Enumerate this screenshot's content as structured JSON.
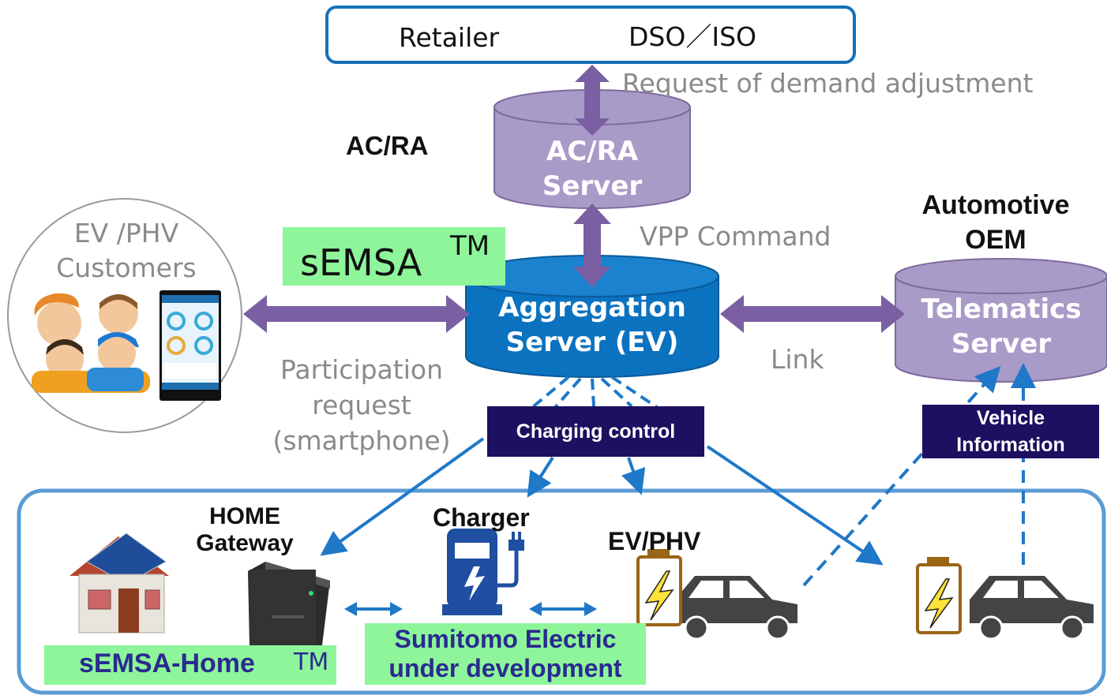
{
  "top_box": {
    "retailer": "Retailer",
    "dso_iso": "DSO／ISO"
  },
  "request_label": "Request of demand adjustment",
  "acra_label": "AC/RA",
  "acra_server": {
    "line1": "AC/RA",
    "line2": "Server"
  },
  "automotive_oem": {
    "line1": "Automotive",
    "line2": "OEM"
  },
  "ev_customers": {
    "line1": "EV /PHV",
    "line2": "Customers"
  },
  "semsa": {
    "name": "sEMSA",
    "tm": "TM"
  },
  "vpp_command": "VPP Command",
  "aggregation_server": {
    "line1": "Aggregation",
    "line2": "Server (EV)"
  },
  "telematics_server": {
    "line1": "Telematics",
    "line2": "Server"
  },
  "link_label": "Link",
  "participation": {
    "line1": "Participation",
    "line2": "request",
    "line3": "(smartphone)"
  },
  "charging_control": "Charging control",
  "vehicle_info": {
    "line1": "Vehicle",
    "line2": "Information"
  },
  "home_gateway": {
    "line1": "HOME",
    "line2": "Gateway"
  },
  "charger_label": "Charger",
  "evphv_label": "EV/PHV",
  "semsa_home": {
    "name": "sEMSA-Home",
    "tm": "TM"
  },
  "sumitomo": {
    "line1": "Sumitomo Electric",
    "line2": "under development"
  },
  "colors": {
    "purple_server": "#a99bc7",
    "purple_arrow": "#7b5fa3",
    "blue_server": "#0b72c0",
    "dark_box": "#1d1060",
    "green_box": "#8ef59a",
    "frame_blue": "#5b9bd5",
    "arrow_blue": "#1f78c8"
  },
  "icons": [
    "family-icon",
    "smartphone-app-icon",
    "house-solar-icon",
    "gateway-device-icon",
    "ev-charger-icon",
    "battery-bolt-icon",
    "car-icon"
  ]
}
